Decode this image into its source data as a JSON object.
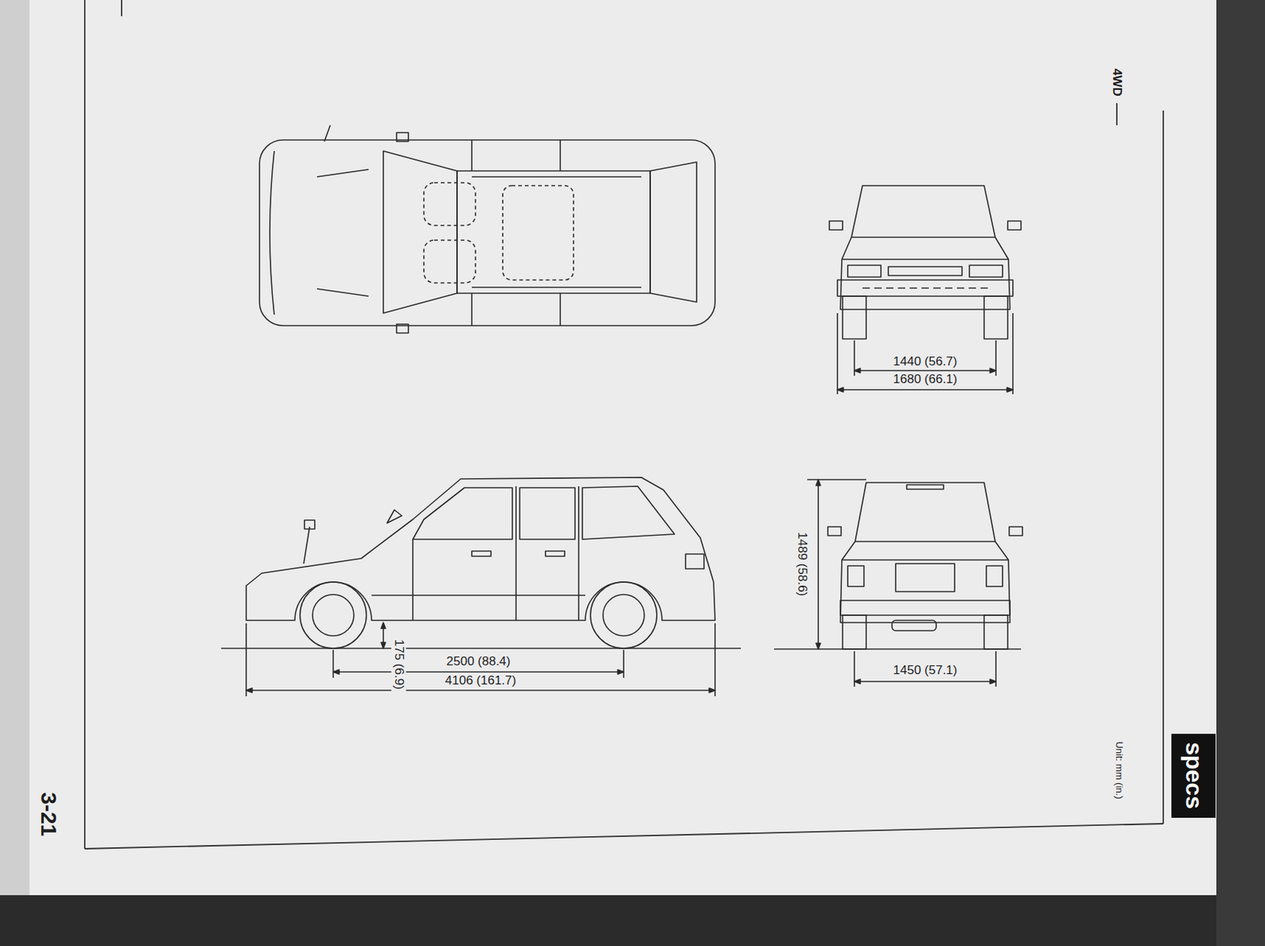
{
  "diagram": {
    "nodes": [
      {
        "text": [
          "specs"
        ]
      }
    ],
    "labels": [
      "4WD",
      "1440 (56.7)",
      "1680 (66.1)",
      "1489 (58.6)",
      "175 (6.9)",
      "2500 (88.4)",
      "4106 (161.7)",
      "1450 (57.1)",
      "Unit: mm (in.)",
      "3-21"
    ]
  }
}
